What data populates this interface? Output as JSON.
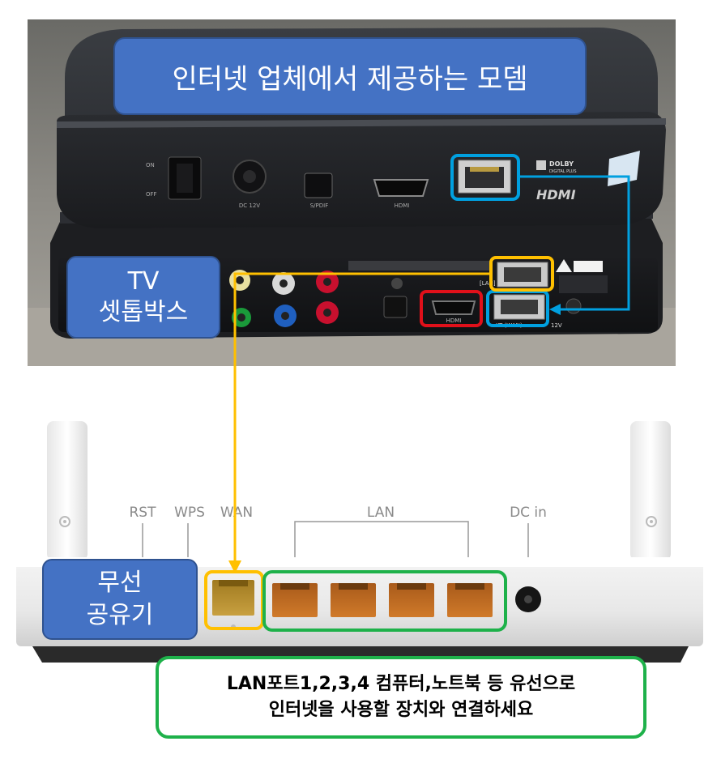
{
  "labels": {
    "modem": "인터넷 업체에서 제공하는 모뎀",
    "settop_line1": "TV",
    "settop_line2": "셋톱박스",
    "router_line1": "무선",
    "router_line2": "공유기",
    "note_line1": "LAN포트1,2,3,4 컴퓨터,노트북 등 유선으로",
    "note_line2": "인터넷을 사용할 장치와 연결하세요"
  },
  "router_ports": {
    "rst": "RST",
    "wps": "WPS",
    "wan": "WAN",
    "lan": "LAN",
    "dc_in": "DC in"
  },
  "device_text": {
    "modem_on": "ON",
    "modem_off": "OFF",
    "modem_dc": "DC 12V",
    "modem_spdif": "S/PDIF",
    "modem_hdmi": "HDMI",
    "modem_hdmi_logo": "HDMI",
    "dolby_1": "DOLBY",
    "dolby_2": "DIGITAL PLUS",
    "stb_lan": "[LAN]",
    "stb_wan": "KT (WAN)",
    "stb_hdmi": "HDMI",
    "stb_power": "12V"
  },
  "colors": {
    "callout_fill": "#4472c4",
    "yellow_line": "#ffc000",
    "blue_line": "#00a0e0",
    "red_box": "#e0101a",
    "green_box": "#1eb14a"
  }
}
